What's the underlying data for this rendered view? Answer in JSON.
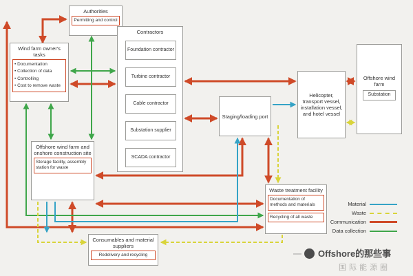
{
  "colors": {
    "background": "#f2f1ee",
    "box_border": "#9b9b98",
    "material": "#35a3c6",
    "waste": "#d9d43a",
    "communication": "#cf4a28",
    "data_collection": "#3fa64a"
  },
  "boxes": {
    "authorities": {
      "title": "Authorities",
      "sub": "Permitting and control"
    },
    "owner": {
      "title": "Wind farm owner's tasks",
      "items": [
        "Documentation",
        "Collection of data",
        "Controlling",
        "Cost to remove waste"
      ]
    },
    "contractors": {
      "title": "Contractors",
      "items": [
        "Foundation contractor",
        "Turbine contractor",
        "Cable contractor",
        "Substation supplier",
        "SCADA contractor"
      ]
    },
    "port": {
      "title": "Staging/loading port"
    },
    "vessels": {
      "title": "Helicopter, transport vessel, installation vessel, and hotel vessel"
    },
    "substation": {
      "title": "Offshore wind farm",
      "sub": "Substation"
    },
    "site": {
      "title": "Offshore wind farm and onshore construction site",
      "sub": "Storage facility, assembly station for waste"
    },
    "waste_facility": {
      "title": "Waste treatment facility",
      "subs": [
        "Documentation of methods and materials",
        "Recycling of all waste"
      ]
    },
    "suppliers": {
      "title": "Consumables and material suppliers",
      "sub": "Redelivery and recycling"
    }
  },
  "legend": {
    "items": [
      {
        "label": "Material",
        "type": "material"
      },
      {
        "label": "Waste",
        "type": "waste"
      },
      {
        "label": "Communication",
        "type": "communication"
      },
      {
        "label": "Data collection",
        "type": "data_collection"
      }
    ]
  },
  "watermark": {
    "line1": "Offshore的那些事",
    "line2": "国际能源圈"
  }
}
